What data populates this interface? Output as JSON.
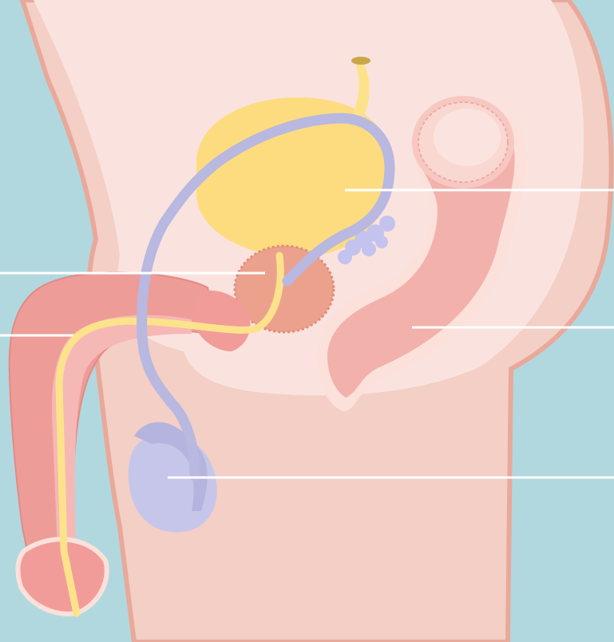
{
  "diagram": {
    "colors": {
      "background": "#b1d8df",
      "skin_outer": "#f3cfc6",
      "skin_edge": "#e9a99a",
      "body_inner": "#fae3de",
      "bladder": "#fddc7f",
      "urethra": "#fce38b",
      "vas_deferens": "#b8b8e0",
      "seminal_vesicle": "#c3c3ee",
      "prostate": "#eca18d",
      "rectum": "#f3b1ab",
      "rectum_wall": "#fbe1da",
      "penis": "#ee9c98",
      "testis": "#c6c6ea",
      "leader_line": "#ffffff"
    },
    "labels": [
      {
        "id": "bladder",
        "text": ""
      },
      {
        "id": "prostate",
        "text": ""
      },
      {
        "id": "urethra",
        "text": ""
      },
      {
        "id": "rectum",
        "text": ""
      },
      {
        "id": "testis",
        "text": ""
      }
    ]
  }
}
